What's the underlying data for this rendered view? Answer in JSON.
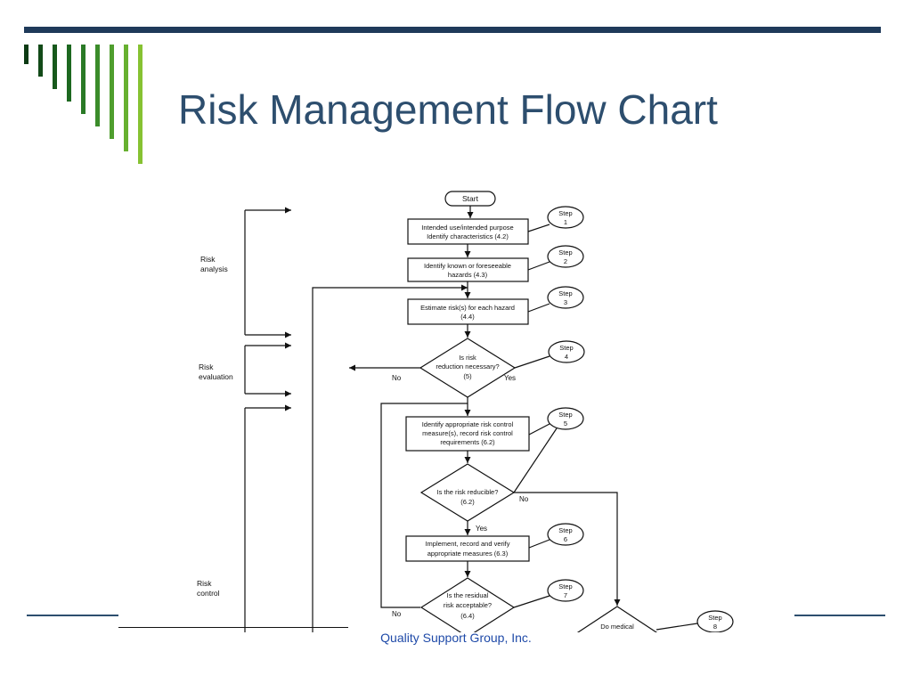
{
  "slide": {
    "title": "Risk Management Flow Chart",
    "footer": "Quality Support Group, Inc."
  },
  "colors": {
    "title": "#2d4e6e",
    "rule": "#1f3a5a",
    "footer_text": "#1f4aa8",
    "accent_bars": [
      "#0d3b14",
      "#124a18",
      "#17591c",
      "#1d6820",
      "#2a7a26",
      "#3b8c2a",
      "#4f9e2e",
      "#67b030",
      "#86c232"
    ]
  },
  "phases": {
    "analysis": [
      "Risk",
      "analysis"
    ],
    "evaluation": [
      "Risk",
      "evaluation"
    ],
    "control": [
      "Risk",
      "control"
    ]
  },
  "nodes": {
    "start": "Start",
    "intended_use": [
      "Intended use/intended purpose",
      "Identify characteristics (4.2)"
    ],
    "hazards": [
      "Identify known or foreseeable",
      "hazards (4.3)"
    ],
    "estimate": [
      "Estimate risk(s) for each hazard",
      "(4.4)"
    ],
    "risk_reduction": [
      "Is risk",
      "reduction necessary?",
      "(5)"
    ],
    "control_measures": [
      "Identify appropriate risk control",
      "measure(s), record risk control",
      "requirements (6.2)"
    ],
    "reducible": [
      "Is the risk reducible?",
      "(6.2)"
    ],
    "implement": [
      "Implement, record and verify",
      "appropriate measures (6.3)"
    ],
    "residual": [
      "Is the residual",
      "risk acceptable?",
      "(6.4)"
    ],
    "medical": "Do medical"
  },
  "steps": {
    "word": "Step",
    "numbers": [
      "1",
      "2",
      "3",
      "4",
      "5",
      "6",
      "7",
      "8"
    ]
  },
  "labels": {
    "no": "No",
    "yes": "Yes"
  }
}
